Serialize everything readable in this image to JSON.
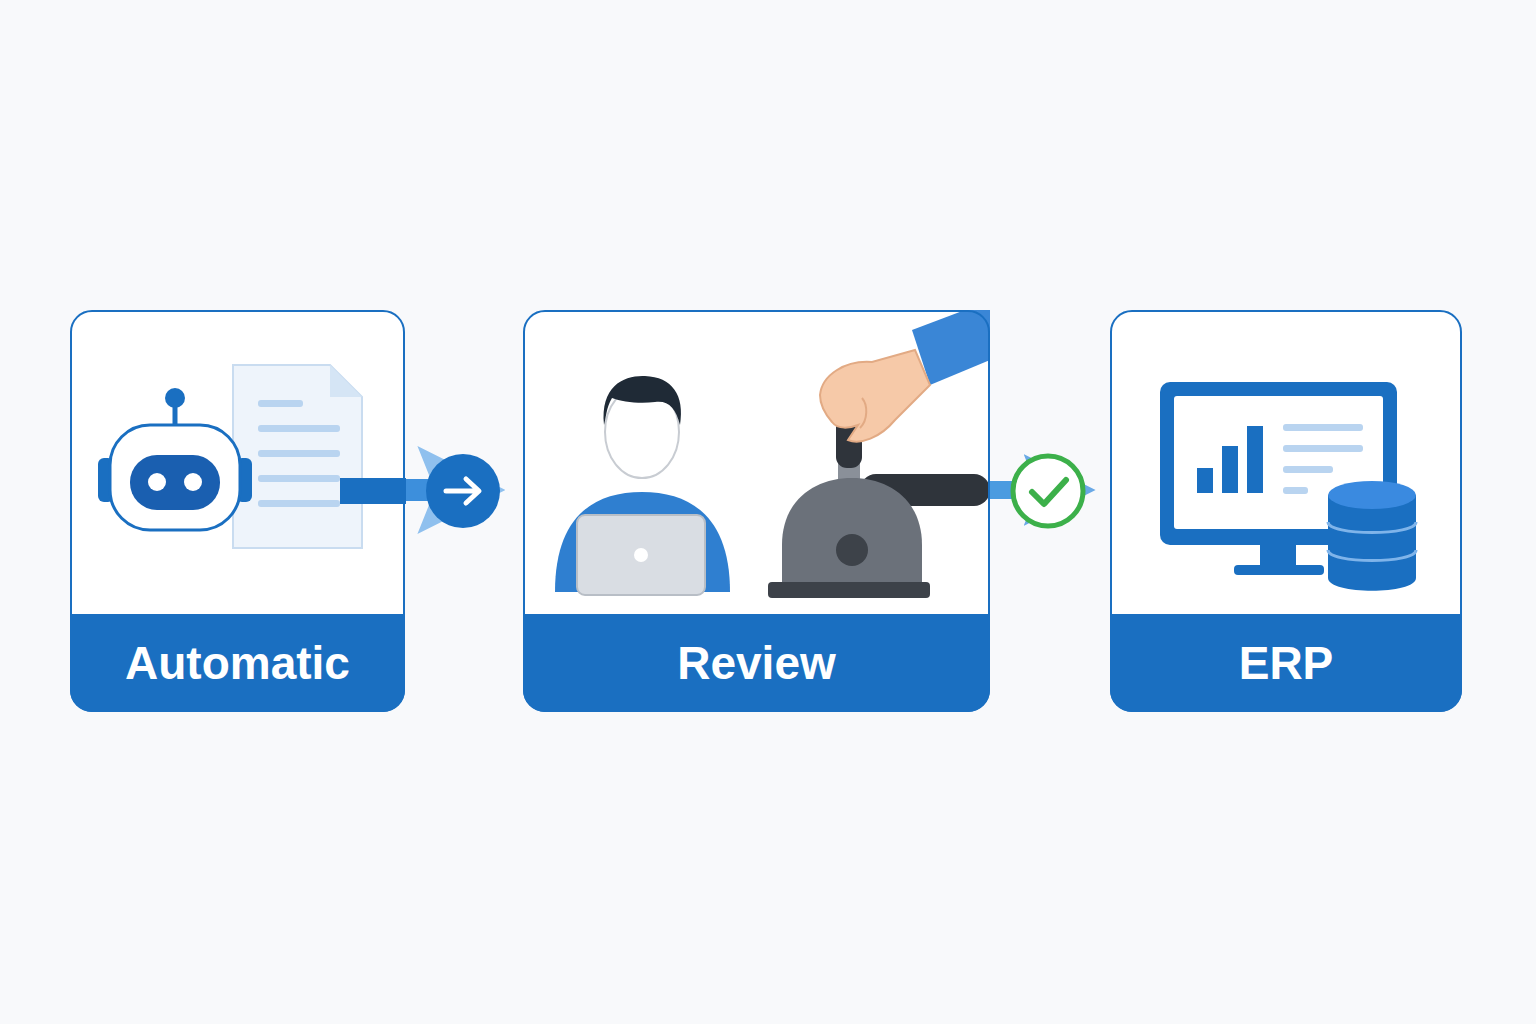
{
  "diagram": {
    "nodes": [
      {
        "text": [
          "Automatic"
        ]
      },
      {
        "text": [
          "Review"
        ]
      },
      {
        "text": [
          "ERP"
        ]
      }
    ],
    "edges": [
      {
        "from": 0,
        "to": 1,
        "arrow": "to"
      },
      {
        "from": 1,
        "to": 2,
        "arrow": "to"
      }
    ]
  }
}
